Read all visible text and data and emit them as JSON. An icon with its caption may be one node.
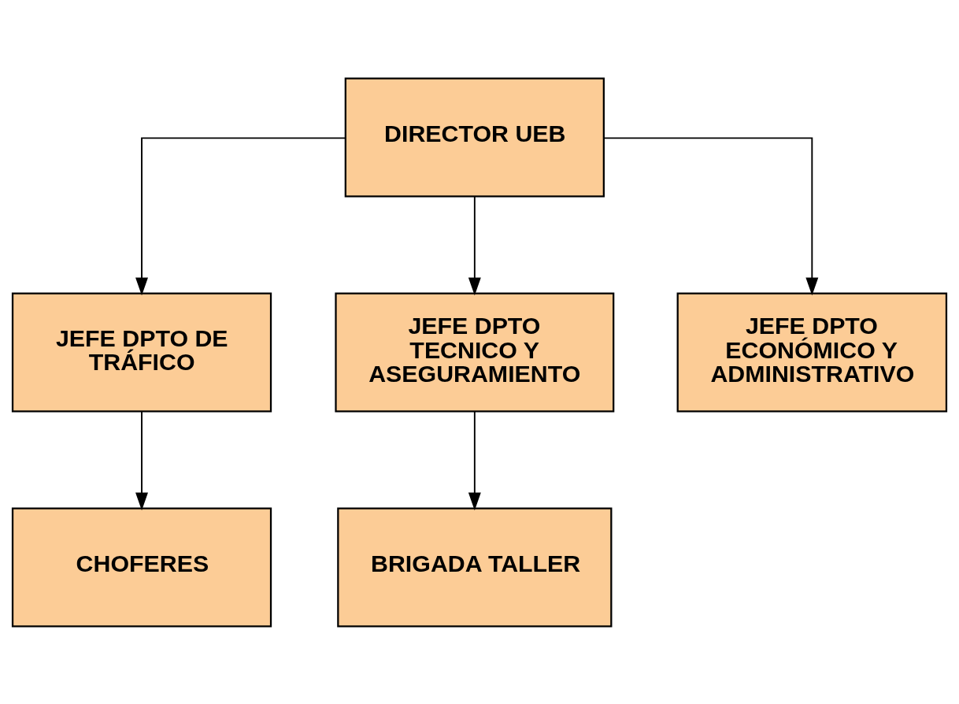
{
  "diagram": {
    "nodes": [
      {
        "text": [
          "DIRECTOR UEB"
        ]
      },
      {
        "text": [
          "JEFE DPTO DE TRÁFICO"
        ]
      },
      {
        "text": [
          "JEFE DPTO TECNICO Y ASEGURAMIENTO"
        ]
      },
      {
        "text": [
          "JEFE DPTO ECONÓMICO Y ADMINISTRATIVO"
        ]
      },
      {
        "text": [
          "CHOFERES"
        ]
      },
      {
        "text": [
          "BRIGADA TALLER"
        ]
      }
    ],
    "edges": [
      {
        "from": 0,
        "to": 1,
        "arrow": "to"
      },
      {
        "from": 0,
        "to": 2,
        "arrow": "to"
      },
      {
        "from": 0,
        "to": 3,
        "arrow": "to"
      },
      {
        "from": 1,
        "to": 4,
        "arrow": "to"
      },
      {
        "from": 2,
        "to": 5,
        "arrow": "to"
      }
    ]
  }
}
